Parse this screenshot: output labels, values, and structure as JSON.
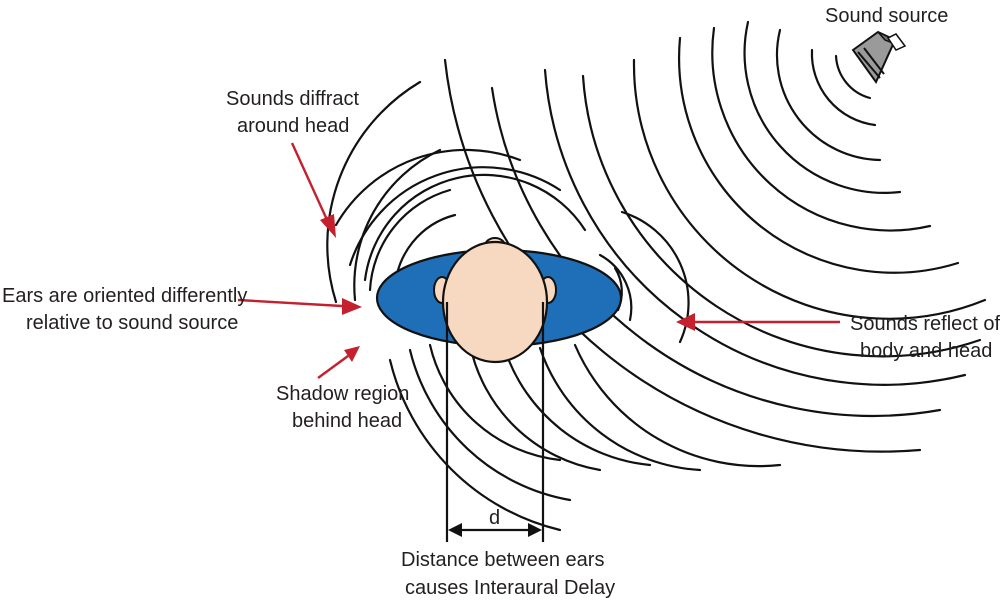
{
  "diagram": {
    "labels": {
      "sound_source": "Sound source",
      "diffract_line1": "Sounds diffract",
      "diffract_line2": "around head",
      "ears_line1": "Ears are oriented differently",
      "ears_line2": "relative to sound source",
      "reflect_line1": "Sounds reflect off",
      "reflect_line2": "body and head",
      "shadow_line1": "Shadow region",
      "shadow_line2": "behind head",
      "distance_symbol": "d",
      "distance_line1": "Distance between ears",
      "distance_line2": "causes Interaural Delay"
    },
    "colors": {
      "body": "#1f6fb8",
      "head": "#f7d9c1",
      "arrow": "#c4202e",
      "wave": "#111111",
      "speaker": "#9a9a9a"
    },
    "icons": [
      "speaker-icon",
      "head-icon",
      "body-icon"
    ]
  }
}
